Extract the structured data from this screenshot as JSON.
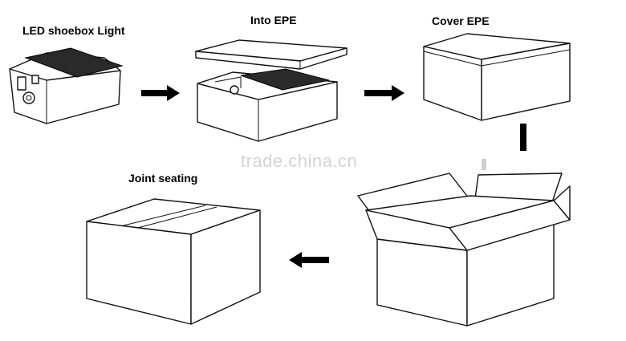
{
  "steps": [
    {
      "id": "led-shoebox-light",
      "label": "LED shoebox Light"
    },
    {
      "id": "into-epe",
      "label": "Into EPE"
    },
    {
      "id": "cover-epe",
      "label": "Cover EPE"
    },
    {
      "id": "joint-seating",
      "label": "Joint seating"
    }
  ],
  "watermark": "trade.china.cn",
  "colors": {
    "line": "#111111",
    "arrow": "#000000",
    "watermark": "#d4d4d4",
    "background": "#ffffff"
  }
}
